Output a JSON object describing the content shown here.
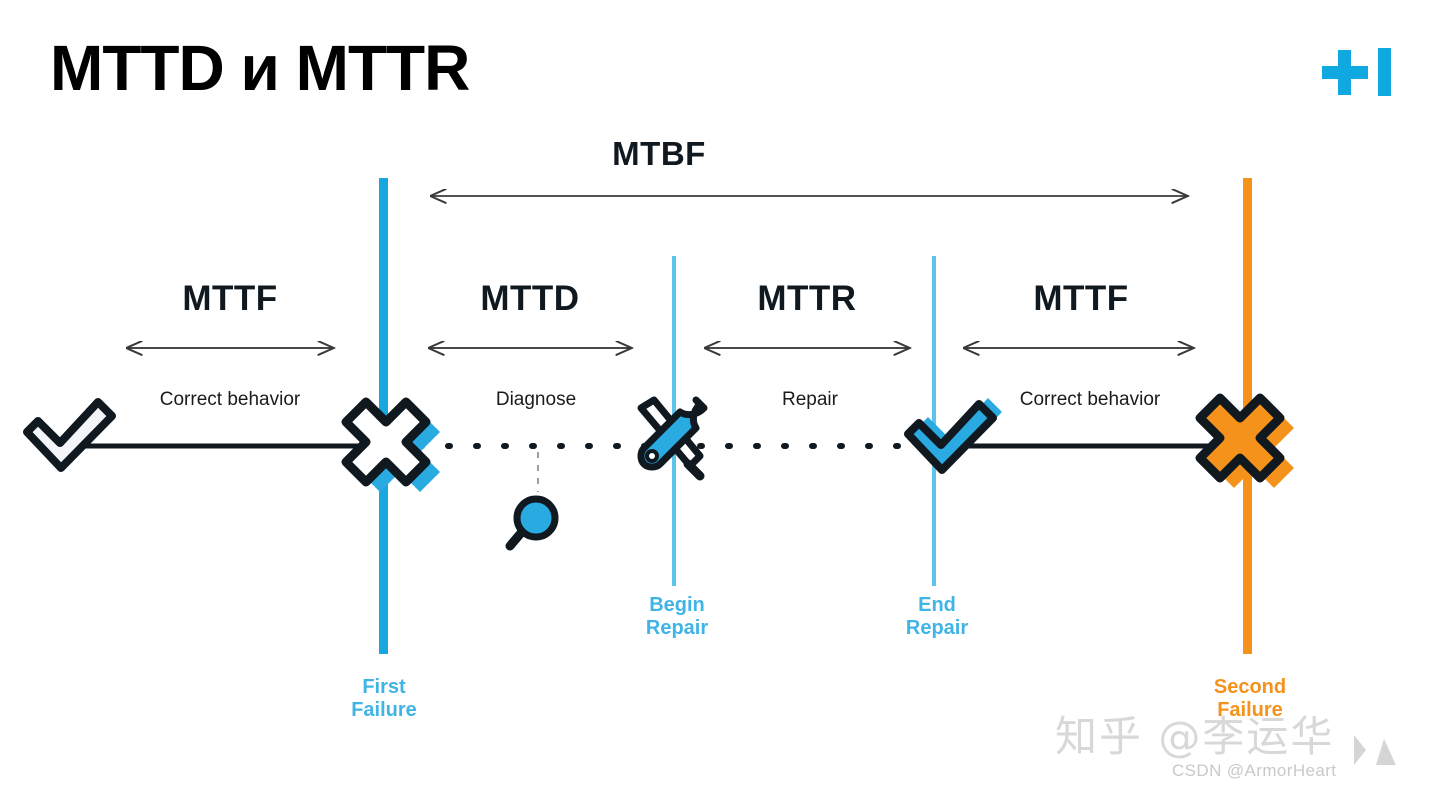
{
  "slide": {
    "title": "MTTD и MTTR",
    "logo": {
      "name": "plus-i-logo",
      "text": "+I",
      "color": "#0FA8E0"
    },
    "background": "#ffffff"
  },
  "diagram": {
    "type": "reliability-timeline",
    "overall_span": {
      "label": "MTBF",
      "arrow": "double-headed",
      "from_marker": "first-failure",
      "to_marker": "second-failure"
    },
    "segments": [
      {
        "id": "mttf-1",
        "label": "MTTF",
        "caption": "Correct behavior",
        "arrow": "double-headed",
        "line_style": "solid"
      },
      {
        "id": "mttd",
        "label": "MTTD",
        "caption": "Diagnose",
        "arrow": "double-headed",
        "line_style": "dotted"
      },
      {
        "id": "mttr",
        "label": "MTTR",
        "caption": "Repair",
        "arrow": "double-headed",
        "line_style": "dotted"
      },
      {
        "id": "mttf-2",
        "label": "MTTF",
        "caption": "Correct behavior",
        "arrow": "double-headed",
        "line_style": "solid"
      }
    ],
    "markers": [
      {
        "id": "first-failure",
        "caption": "First\nFailure",
        "caption_line1": "First",
        "caption_line2": "Failure",
        "color": "#19A7E0",
        "line_weight": "thick",
        "icon": "x-cross-icon",
        "icon_fill": "#29ABE2"
      },
      {
        "id": "begin-repair",
        "caption": "Begin\nRepair",
        "caption_line1": "Begin",
        "caption_line2": "Repair",
        "color": "#5FC4EC",
        "line_weight": "thin",
        "icon": "wrench-screwdriver-icon",
        "icon_fill": "#29ABE2"
      },
      {
        "id": "end-repair",
        "caption": "End\nRepair",
        "caption_line1": "End",
        "caption_line2": "Repair",
        "color": "#5FC4EC",
        "line_weight": "thin",
        "icon": "check-mark-icon",
        "icon_fill": "#29ABE2"
      },
      {
        "id": "second-failure",
        "caption": "Second\nFailure",
        "caption_line1": "Second",
        "caption_line2": "Failure",
        "color": "#F5921B",
        "line_weight": "thick",
        "icon": "x-cross-icon",
        "icon_fill": "#F5921B"
      }
    ],
    "extra_icons": [
      {
        "id": "start-ok",
        "icon": "check-mark-icon",
        "fill": "#ffffff",
        "outline": "#101820"
      },
      {
        "id": "diagnosing",
        "icon": "magnifier-icon",
        "fill": "#29ABE2",
        "outline": "#101820"
      }
    ],
    "colors": {
      "blue": "#19A7E0",
      "light_blue": "#5FC4EC",
      "caption_blue": "#3FB4E5",
      "orange": "#F5921B",
      "ink": "#101820"
    }
  },
  "watermark": {
    "zhihu": "知乎 @李运华",
    "csdn": "CSDN @ArmorHeart",
    "play_icon": "play-triangle-icon"
  }
}
